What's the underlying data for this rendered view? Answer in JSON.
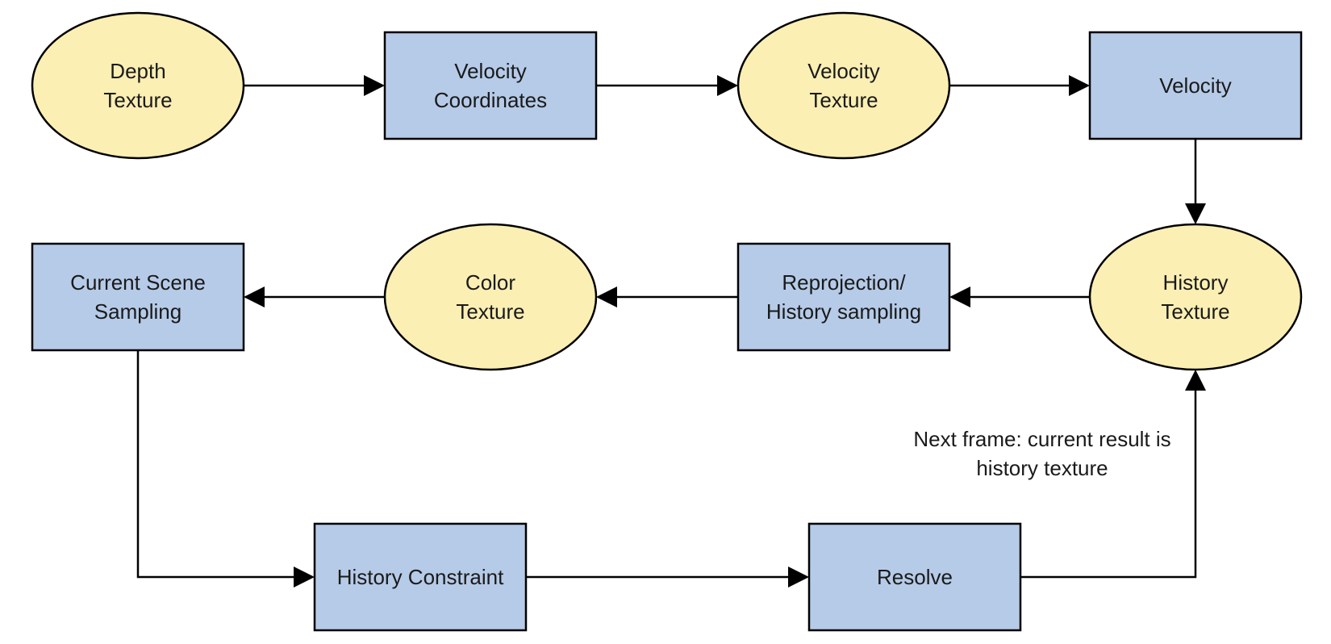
{
  "diagram": {
    "colors": {
      "process_fill": "#b6cbe8",
      "texture_fill": "#fbefb4",
      "stroke": "#000000"
    },
    "nodes": [
      {
        "id": "depth-texture",
        "kind": "texture",
        "lines": [
          "Depth",
          "Texture"
        ]
      },
      {
        "id": "velocity-coordinates",
        "kind": "process",
        "lines": [
          "Velocity",
          "Coordinates"
        ]
      },
      {
        "id": "velocity-texture",
        "kind": "texture",
        "lines": [
          "Velocity",
          "Texture"
        ]
      },
      {
        "id": "velocity",
        "kind": "process",
        "lines": [
          "Velocity"
        ]
      },
      {
        "id": "history-texture",
        "kind": "texture",
        "lines": [
          "History",
          "Texture"
        ]
      },
      {
        "id": "reprojection-history-sampling",
        "kind": "process",
        "lines": [
          "Reprojection/",
          "History sampling"
        ]
      },
      {
        "id": "color-texture",
        "kind": "texture",
        "lines": [
          "Color",
          "Texture"
        ]
      },
      {
        "id": "current-scene-sampling",
        "kind": "process",
        "lines": [
          "Current Scene",
          "Sampling"
        ]
      },
      {
        "id": "history-constraint",
        "kind": "process",
        "lines": [
          "History Constraint"
        ]
      },
      {
        "id": "resolve",
        "kind": "process",
        "lines": [
          "Resolve"
        ]
      }
    ],
    "edges": [
      {
        "from": "depth-texture",
        "to": "velocity-coordinates"
      },
      {
        "from": "velocity-coordinates",
        "to": "velocity-texture"
      },
      {
        "from": "velocity-texture",
        "to": "velocity"
      },
      {
        "from": "velocity",
        "to": "history-texture"
      },
      {
        "from": "history-texture",
        "to": "reprojection-history-sampling"
      },
      {
        "from": "reprojection-history-sampling",
        "to": "color-texture"
      },
      {
        "from": "color-texture",
        "to": "current-scene-sampling"
      },
      {
        "from": "current-scene-sampling",
        "to": "history-constraint"
      },
      {
        "from": "history-constraint",
        "to": "resolve"
      },
      {
        "from": "resolve",
        "to": "history-texture"
      }
    ],
    "annotation": {
      "lines": [
        "Next frame: current result is",
        "history texture"
      ]
    }
  }
}
